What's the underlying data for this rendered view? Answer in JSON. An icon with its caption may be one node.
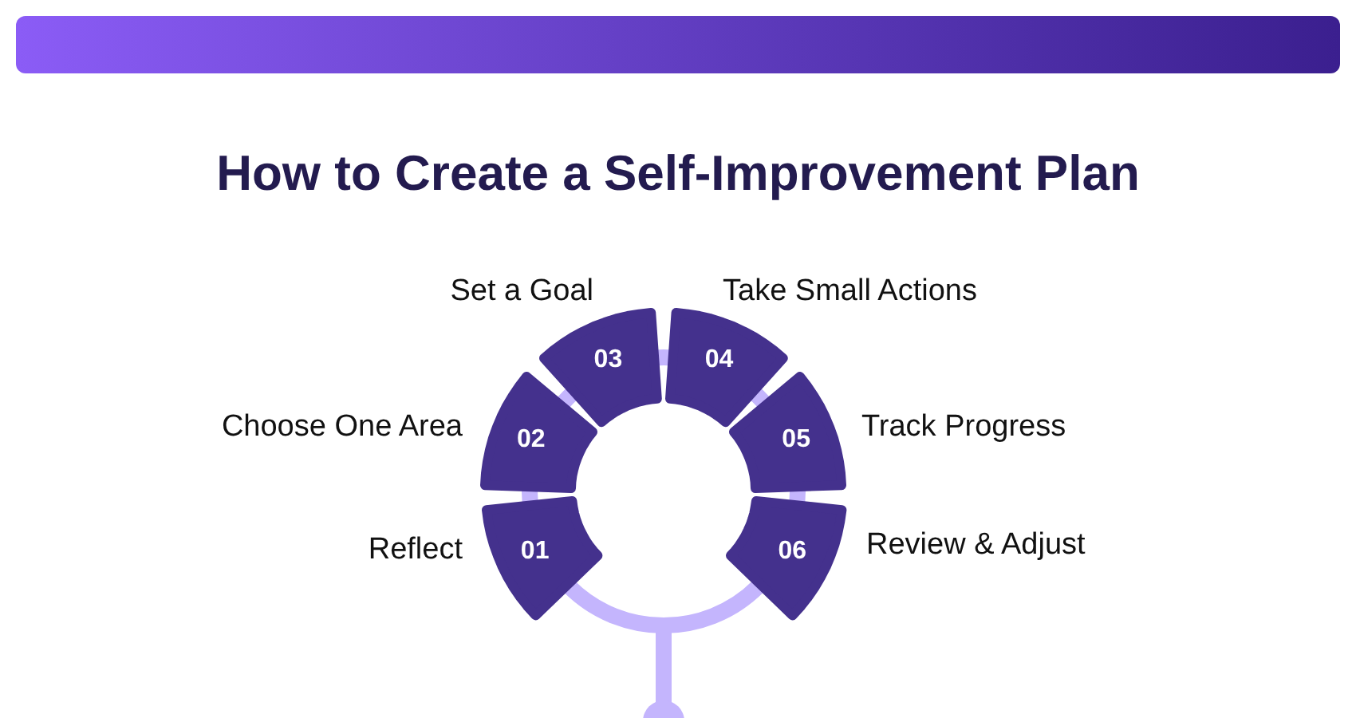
{
  "diagram": {
    "title": "How to Create a Self-Improvement Plan",
    "nodes": [
      {
        "text": [
          "01"
        ],
        "beside": [
          "Reflect"
        ]
      },
      {
        "text": [
          "02"
        ],
        "beside": [
          "Choose One Area"
        ]
      },
      {
        "text": [
          "03"
        ],
        "beside": [
          "Set a Goal"
        ]
      },
      {
        "text": [
          "04"
        ],
        "beside": [
          "Take Small Actions"
        ]
      },
      {
        "text": [
          "05"
        ],
        "beside": [
          "Track Progress"
        ]
      },
      {
        "text": [
          "06"
        ],
        "beside": [
          "Review & Adjust"
        ]
      }
    ]
  }
}
